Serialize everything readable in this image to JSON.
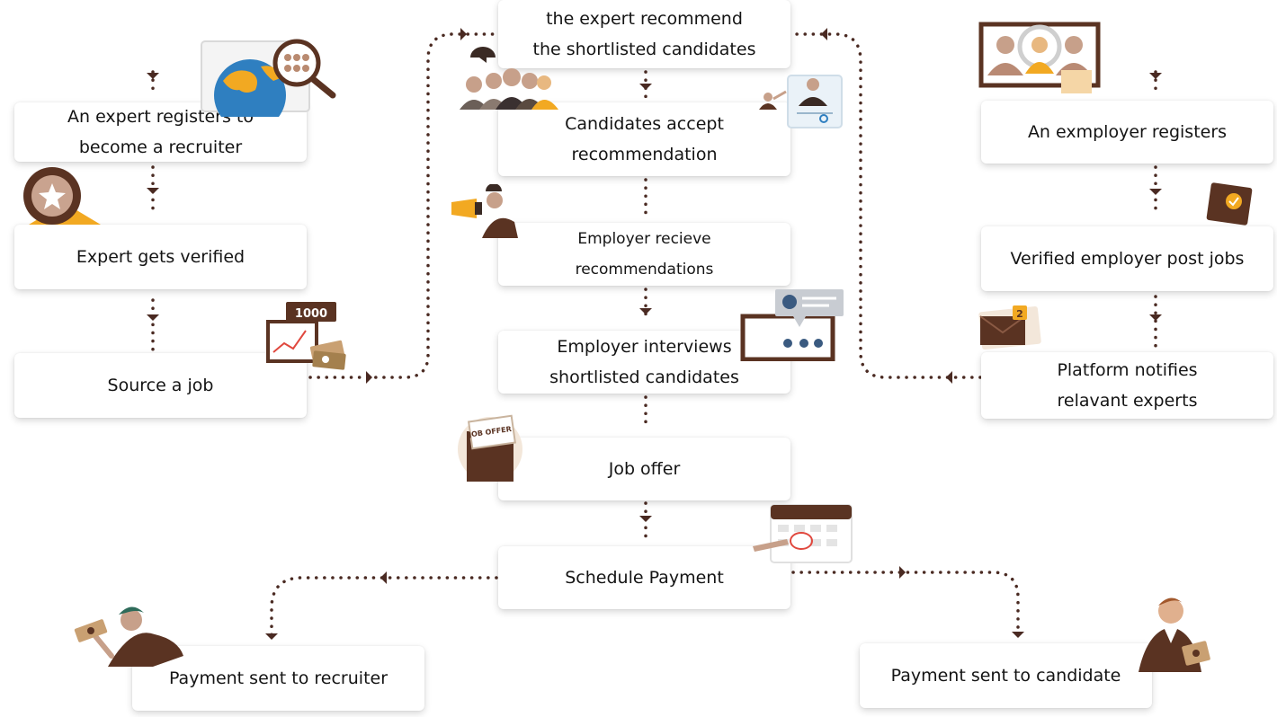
{
  "diagram": {
    "nodes": [
      {
        "id": "expert-register",
        "lines": [
          "An expert registers to",
          "become a recruiter"
        ]
      },
      {
        "id": "expert-verified",
        "lines": [
          "Expert gets verified"
        ]
      },
      {
        "id": "source-job",
        "lines": [
          "Source a job"
        ]
      },
      {
        "id": "expert-recommend",
        "lines": [
          "the expert recommend",
          "the shortlisted candidates"
        ]
      },
      {
        "id": "candidates-accept",
        "lines": [
          "Candidates accept",
          "recommendation"
        ]
      },
      {
        "id": "employer-receive",
        "lines": [
          "Employer recieve",
          "recommendations"
        ]
      },
      {
        "id": "employer-interviews",
        "lines": [
          "Employer interviews",
          "shortlisted candidates"
        ]
      },
      {
        "id": "job-offer",
        "lines": [
          "Job offer"
        ]
      },
      {
        "id": "schedule-payment",
        "lines": [
          "Schedule Payment"
        ]
      },
      {
        "id": "payment-recruiter",
        "lines": [
          "Payment sent to recruiter"
        ]
      },
      {
        "id": "payment-candidate",
        "lines": [
          "Payment sent to candidate"
        ]
      },
      {
        "id": "employer-register",
        "lines": [
          "An exmployer registers"
        ]
      },
      {
        "id": "employer-post",
        "lines": [
          "Verified employer post jobs"
        ]
      },
      {
        "id": "platform-notify",
        "lines": [
          "Platform notifies",
          "relavant experts"
        ]
      }
    ],
    "edges": [
      {
        "from": "expert-register",
        "to": "expert-verified"
      },
      {
        "from": "expert-verified",
        "to": "source-job"
      },
      {
        "from": "source-job",
        "to": "expert-recommend"
      },
      {
        "from": "expert-recommend",
        "to": "candidates-accept"
      },
      {
        "from": "candidates-accept",
        "to": "employer-receive"
      },
      {
        "from": "employer-receive",
        "to": "employer-interviews"
      },
      {
        "from": "employer-interviews",
        "to": "job-offer"
      },
      {
        "from": "job-offer",
        "to": "schedule-payment"
      },
      {
        "from": "schedule-payment",
        "to": "payment-recruiter"
      },
      {
        "from": "schedule-payment",
        "to": "payment-candidate"
      },
      {
        "from": "employer-register",
        "to": "employer-post"
      },
      {
        "from": "employer-post",
        "to": "platform-notify"
      },
      {
        "from": "platform-notify",
        "to": "expert-recommend"
      }
    ],
    "illustration_labels": {
      "money_tag": "1000",
      "notification_count": "2",
      "envelope_label": "JOB OFFER"
    },
    "colors": {
      "connector": "#4a2a22",
      "accent_dark": "#5a3322",
      "accent_orange": "#f2a922",
      "accent_blue": "#2f7fc0"
    }
  }
}
